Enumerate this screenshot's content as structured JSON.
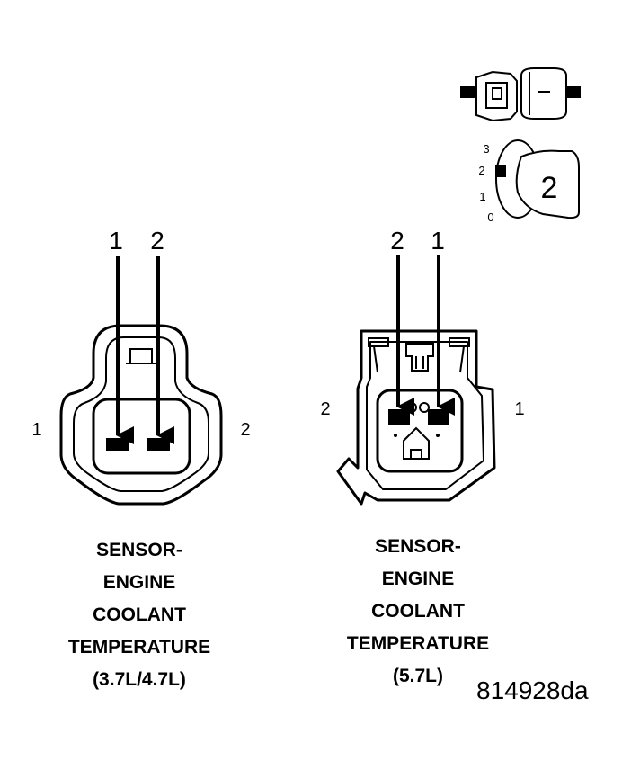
{
  "left_connector": {
    "pins": [
      {
        "arrow_label": "1",
        "side_label": "1"
      },
      {
        "arrow_label": "2",
        "side_label": "2"
      }
    ],
    "caption": [
      "SENSOR-",
      "ENGINE",
      "COOLANT",
      "TEMPERATURE",
      "(3.7L/4.7L)"
    ]
  },
  "right_connector": {
    "pins": [
      {
        "arrow_label": "2",
        "side_label": "2"
      },
      {
        "arrow_label": "1",
        "side_label": "1"
      }
    ],
    "caption": [
      "SENSOR-",
      "ENGINE",
      "COOLANT",
      "TEMPERATURE",
      "(5.7L)"
    ]
  },
  "locator_icon": {
    "scale": [
      "3",
      "2",
      "1",
      "0"
    ],
    "key_number": "2"
  },
  "figure_id": "814928da"
}
